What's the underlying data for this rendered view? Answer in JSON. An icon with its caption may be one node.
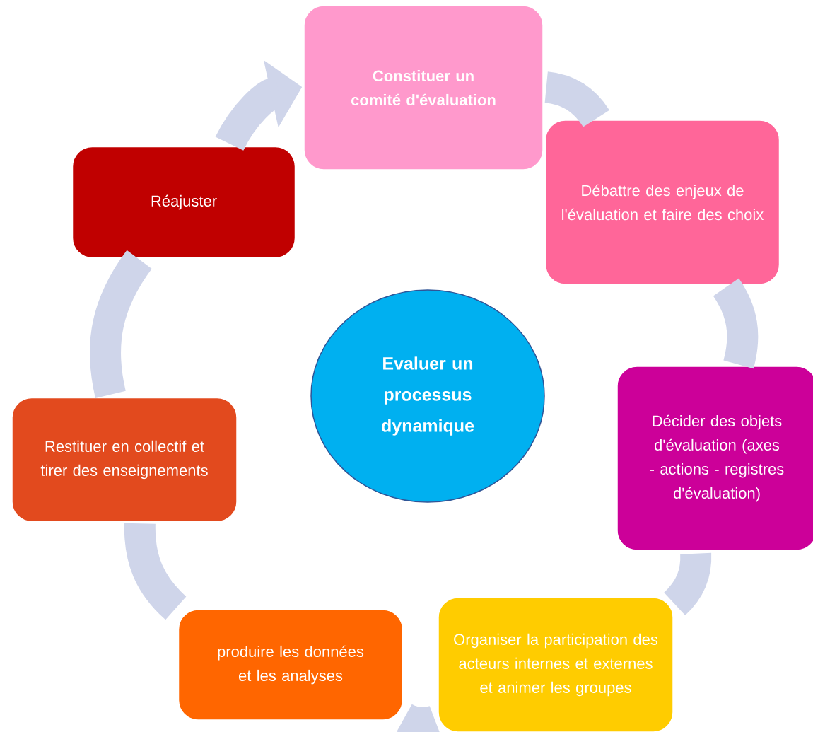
{
  "diagram": {
    "nodes": [
      {
        "text": [
          "Evaluer un processus dynamique"
        ]
      },
      {
        "text": [
          "Constituer un comité d'évaluation"
        ]
      },
      {
        "text": [
          "Débattre des enjeux de l'évaluation et faire des choix"
        ]
      },
      {
        "text": [
          "Décider des objets d'évaluation (axes - actions - registres d'évaluation)"
        ]
      },
      {
        "text": [
          "Organiser la participation des acteurs internes et externes et animer les groupes"
        ]
      },
      {
        "text": [
          "produire les données et les analyses"
        ]
      },
      {
        "text": [
          "Restituer en collectif et tirer des enseignements"
        ]
      },
      {
        "text": [
          "Réajuster"
        ]
      }
    ],
    "edges": [
      {
        "from": 1,
        "to": 2,
        "arrow": "none"
      },
      {
        "from": 2,
        "to": 3,
        "arrow": "none"
      },
      {
        "from": 3,
        "to": 4,
        "arrow": "none"
      },
      {
        "from": 4,
        "to": 5,
        "arrow": "none"
      },
      {
        "from": 5,
        "to": 6,
        "arrow": "none"
      },
      {
        "from": 6,
        "to": 7,
        "arrow": "none"
      },
      {
        "from": 7,
        "to": 1,
        "arrow": "to"
      }
    ]
  }
}
